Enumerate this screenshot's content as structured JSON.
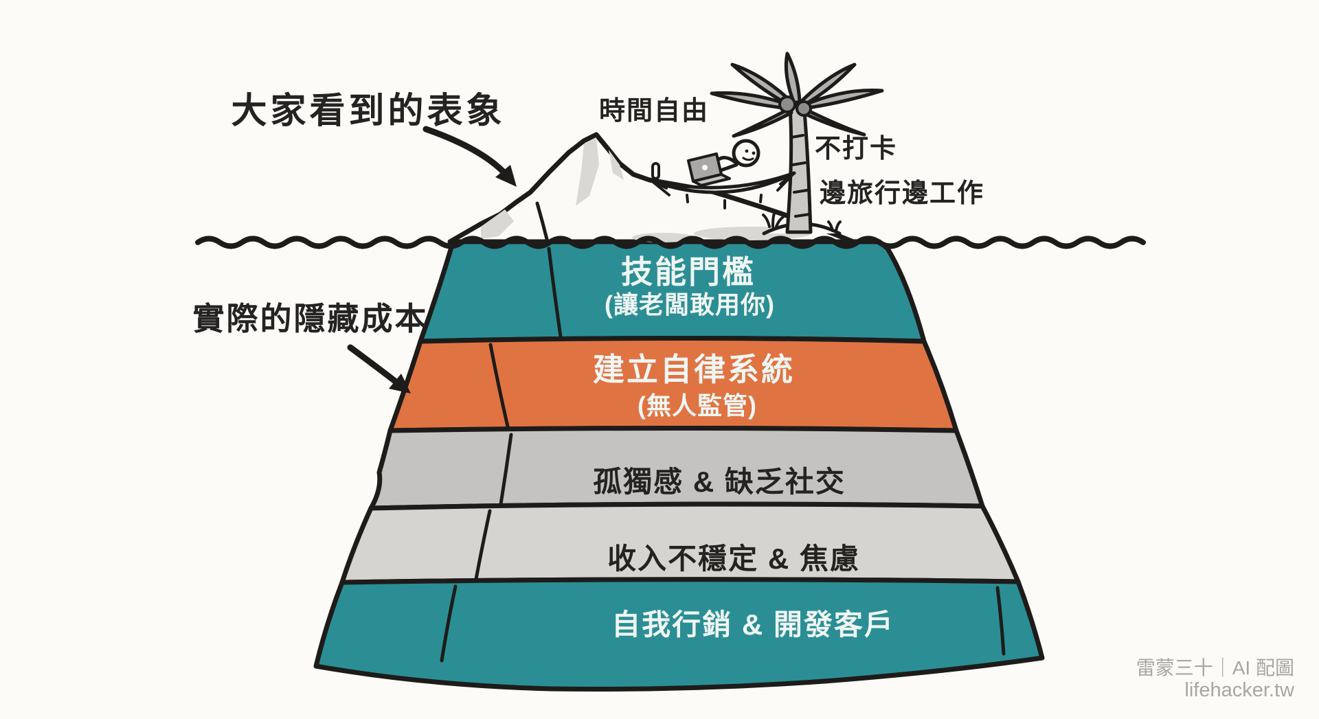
{
  "colors": {
    "background": "#fcfbf8",
    "outline": "#1d1c1a",
    "teal": "#2b8e95",
    "orange": "#e07342",
    "gray_dark": "#c5c3c1",
    "gray_light": "#d6d4d0",
    "ice_white": "#fbfaf7",
    "ice_shade": "#d9d8d4",
    "palm_gray": "#b2b0ae",
    "trunk_gray": "#cbc9c6",
    "coconut_gray": "#8f8d8b",
    "text_dark": "#242321",
    "text_light": "#eff6f3",
    "watermark": "#a8a6a2"
  },
  "annotations": {
    "surface_view_label": "大家看到的表象",
    "hidden_cost_label": "實際的隱藏成本",
    "perks": {
      "time_freedom": "時間自由",
      "no_clock_in": "不打卡",
      "work_while_travel": "邊旅行邊工作"
    }
  },
  "iceberg_layers": [
    {
      "title": "技能門檻",
      "subtitle": "(讓老闆敢用你)",
      "color": "#2b8e95"
    },
    {
      "title": "建立自律系統",
      "subtitle": "(無人監管)",
      "color": "#e07342"
    },
    {
      "title": "孤獨感 & 缺乏社交",
      "subtitle": "",
      "color": "#c5c3c1"
    },
    {
      "title": "收入不穩定 & 焦慮",
      "subtitle": "",
      "color": "#d6d4d0"
    },
    {
      "title": "自我行銷 & 開發客戶",
      "subtitle": "",
      "color": "#2b8e95"
    }
  ],
  "watermark": {
    "credit": "雷蒙三十｜AI 配圖",
    "site": "lifehacker.tw"
  }
}
